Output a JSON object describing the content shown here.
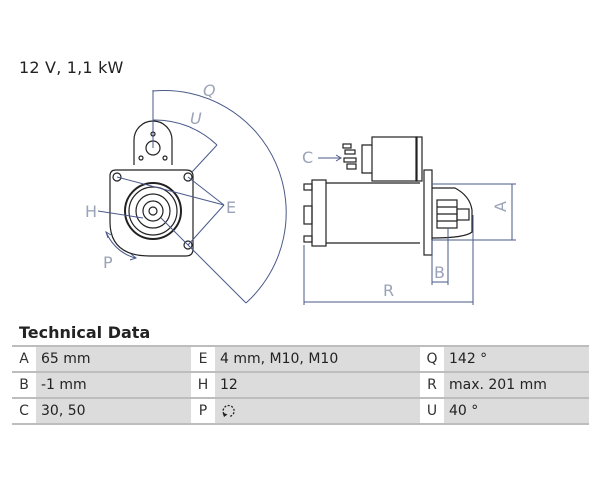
{
  "header": {
    "spec": "12 V, 1,1 kW"
  },
  "drawing": {
    "labels": {
      "Q": "Q",
      "U": "U",
      "E": "E",
      "H": "H",
      "P": "P",
      "C": "C",
      "A": "A",
      "B": "B",
      "R": "R"
    },
    "line_color": "#4a5a8a",
    "label_color": "#9aa3b8"
  },
  "technical_data": {
    "title": "Technical Data",
    "rows": [
      [
        {
          "key": "A",
          "value": "65 mm"
        },
        {
          "key": "E",
          "value": "4 mm, M10, M10"
        },
        {
          "key": "Q",
          "value": "142 °"
        }
      ],
      [
        {
          "key": "B",
          "value": "-1 mm"
        },
        {
          "key": "H",
          "value": "12"
        },
        {
          "key": "R",
          "value": "max. 201 mm"
        }
      ],
      [
        {
          "key": "C",
          "value": "30, 50"
        },
        {
          "key": "P",
          "value": "",
          "icon": "rotation-counterclockwise-icon"
        },
        {
          "key": "U",
          "value": "40 °"
        }
      ]
    ]
  }
}
